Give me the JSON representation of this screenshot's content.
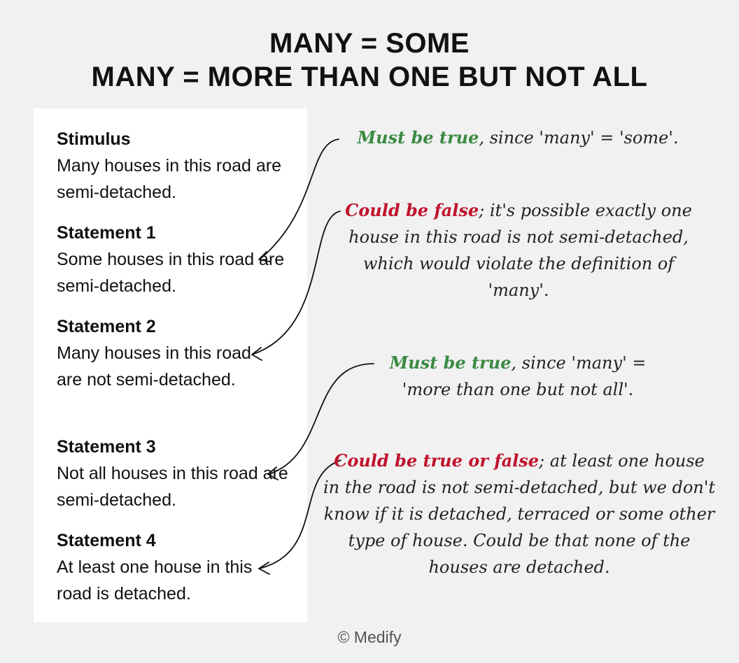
{
  "title": {
    "line1": "MANY = SOME",
    "line2": "MANY = MORE THAN ONE BUT NOT ALL"
  },
  "blocks": [
    {
      "heading": "Stimulus",
      "text": "Many houses in this road are semi-detached."
    },
    {
      "heading": "Statement 1",
      "text": "Some houses in this road are semi-detached."
    },
    {
      "heading": "Statement 2",
      "text": "Many houses in this road are not semi-detached."
    },
    {
      "heading": "Statement 3",
      "text": "Not all houses in this road are semi-detached."
    },
    {
      "heading": "Statement 4",
      "text": "At least one house in this road is detached."
    }
  ],
  "notes": [
    {
      "verdict": "Must be true",
      "verdict_color": "#3b8a44",
      "text": ", since 'many' = 'some'."
    },
    {
      "verdict": "Could be false",
      "verdict_color": "#c0122c",
      "text": "; it's possible exactly one house in this road is not semi-detached, which would violate the definition of 'many'."
    },
    {
      "verdict": "Must be true",
      "verdict_color": "#3b8a44",
      "text": ", since 'many' = 'more than one but not all'."
    },
    {
      "verdict": "Could be true or false",
      "verdict_color": "#c0122c",
      "text": "; at least one house in the road is not semi-detached, but we don't know if it is detached, terraced or some other type of house. Could be that none of the houses are detached."
    }
  ],
  "footer": "© Medify"
}
